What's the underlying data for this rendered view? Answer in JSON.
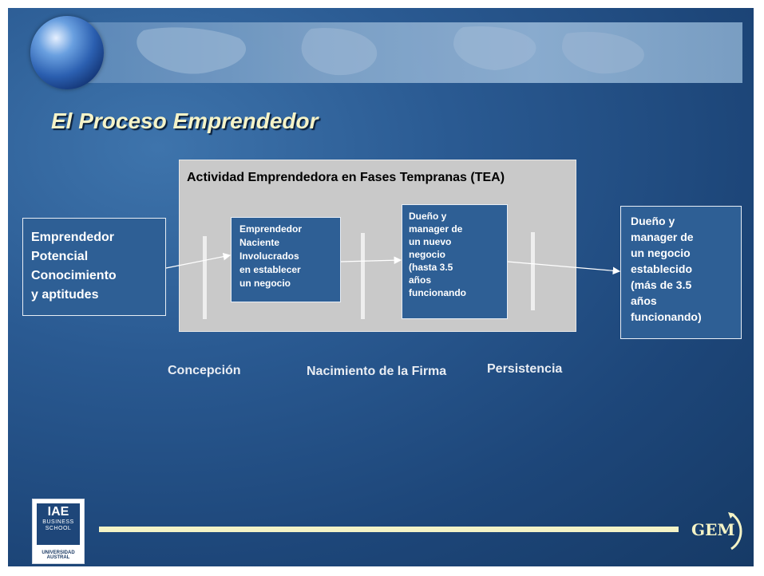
{
  "slide": {
    "title": "El Proceso Emprendedor",
    "tea_title": "Actividad Emprendedora en Fases Tempranas (TEA)",
    "boxes": {
      "potencial": [
        "Emprendedor",
        "Potencial",
        "Conocimiento",
        "y aptitudes"
      ],
      "naciente": [
        "Emprendedor",
        "Naciente",
        "Involucrados",
        "en establecer",
        "un negocio"
      ],
      "nuevo": [
        "Dueño y",
        "manager de",
        "un nuevo",
        "negocio",
        "(hasta 3.5",
        "años",
        "funcionando"
      ],
      "establecido": [
        "Dueño y",
        "manager de",
        "un negocio",
        "establecido",
        "(más de 3.5",
        "años",
        "funcionando)"
      ]
    },
    "stages": {
      "concepcion": "Concepción",
      "nacimiento": "Nacimiento de la Firma",
      "persistencia": "Persistencia"
    }
  },
  "logos": {
    "iae": {
      "name": "IAE",
      "sub": "BUSINESS SCHOOL",
      "university": "UNIVERSIDAD AUSTRAL"
    },
    "gem": "GEM"
  },
  "colors": {
    "background": "#2a5a92",
    "title": "#f5f3c8",
    "box_fill": "#2e5f95",
    "tea_fill": "#c9c9c9",
    "accent_line": "#f4f3c6"
  }
}
